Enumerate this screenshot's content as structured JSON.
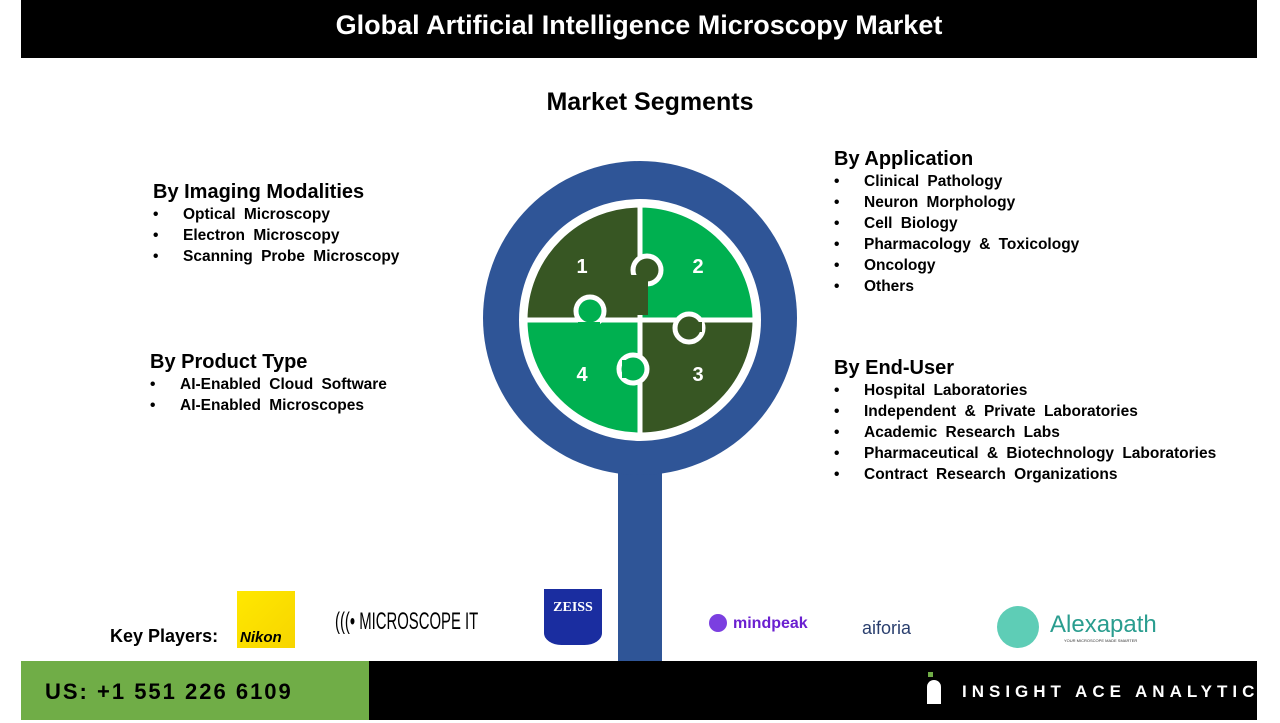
{
  "header": {
    "title": "Global Artificial Intelligence Microscopy Market"
  },
  "segments_title": "Market Segments",
  "groups": {
    "imaging": {
      "title": "By Imaging Modalities",
      "items": [
        "Optical Microscopy",
        "Electron Microscopy",
        "Scanning Probe Microscopy"
      ]
    },
    "product": {
      "title": "By Product Type",
      "items": [
        "AI-Enabled Cloud Software",
        "AI-Enabled Microscopes"
      ]
    },
    "application": {
      "title": "By Application",
      "items": [
        "Clinical Pathology",
        "Neuron Morphology",
        "Cell Biology",
        "Pharmacology & Toxicology",
        "Oncology",
        "Others"
      ]
    },
    "enduser": {
      "title": "By End-User",
      "items": [
        "Hospital Laboratories",
        "Independent & Private Laboratories",
        "Academic Research Labs",
        "Pharmaceutical & Biotechnology Laboratories",
        "Contract Research Organizations"
      ]
    }
  },
  "puzzle": {
    "pieces": [
      "1",
      "2",
      "3",
      "4"
    ],
    "colors": {
      "dark": "#375623",
      "green": "#00B050",
      "ring": "#2F5597"
    }
  },
  "key_players": {
    "label": "Key Players:",
    "logos": [
      "Nikon",
      "MICROSCOPE IT",
      "ZEISS",
      "mindpeak",
      "aiforia",
      "Alexapath"
    ],
    "alexapath_tagline": "YOUR MICROSCOPE MADE SMARTER"
  },
  "footer": {
    "phone": "US: +1 551 226 6109",
    "brand": "INSIGHT ACE ANALYTIC"
  }
}
